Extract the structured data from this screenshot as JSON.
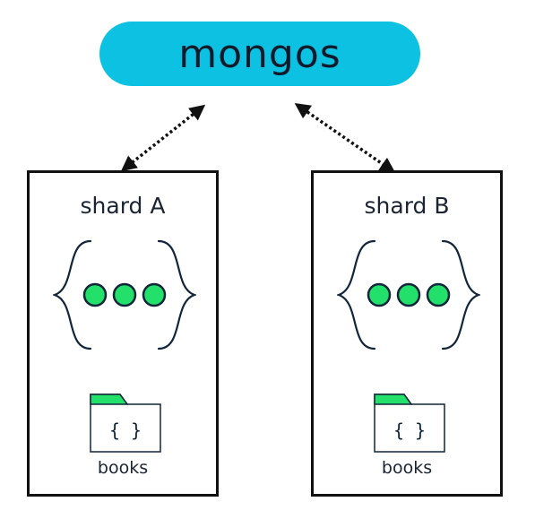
{
  "router": {
    "label": "mongos"
  },
  "shards": [
    {
      "title": "shard A",
      "collection": "books"
    },
    {
      "title": "shard B",
      "collection": "books"
    }
  ],
  "colors": {
    "router_fill": "#0cc1e2",
    "node_green": "#22e06a",
    "outline": "#111111"
  },
  "icons": [
    "curly-brace-icon",
    "folder-icon"
  ]
}
